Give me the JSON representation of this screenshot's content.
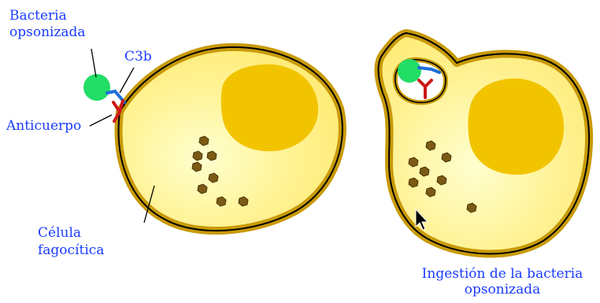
{
  "colors": {
    "label_blue": "#1a3cff",
    "cell_rim": "#c89a08",
    "cell_fill": "#ffec7a",
    "cell_highlight": "#ffffd0",
    "nucleus": "#f2c400",
    "granule": "#7a5a14",
    "bacterium": "#22dd66",
    "c3b": "#1e6ed8",
    "antibody": "#cc1818",
    "outline": "#000000"
  },
  "labels": {
    "bacteria_line1": "Bacteria",
    "bacteria_line2": "opsonizada",
    "c3b": "C3b",
    "anticuerpo": "Anticuerpo",
    "celula_line1": "Célula",
    "celula_line2": "fagocítica",
    "ingestion_line1": "Ingestión de la bacteria",
    "ingestion_line2": "opsonizada"
  },
  "icons": [
    "mouse-cursor-icon"
  ]
}
